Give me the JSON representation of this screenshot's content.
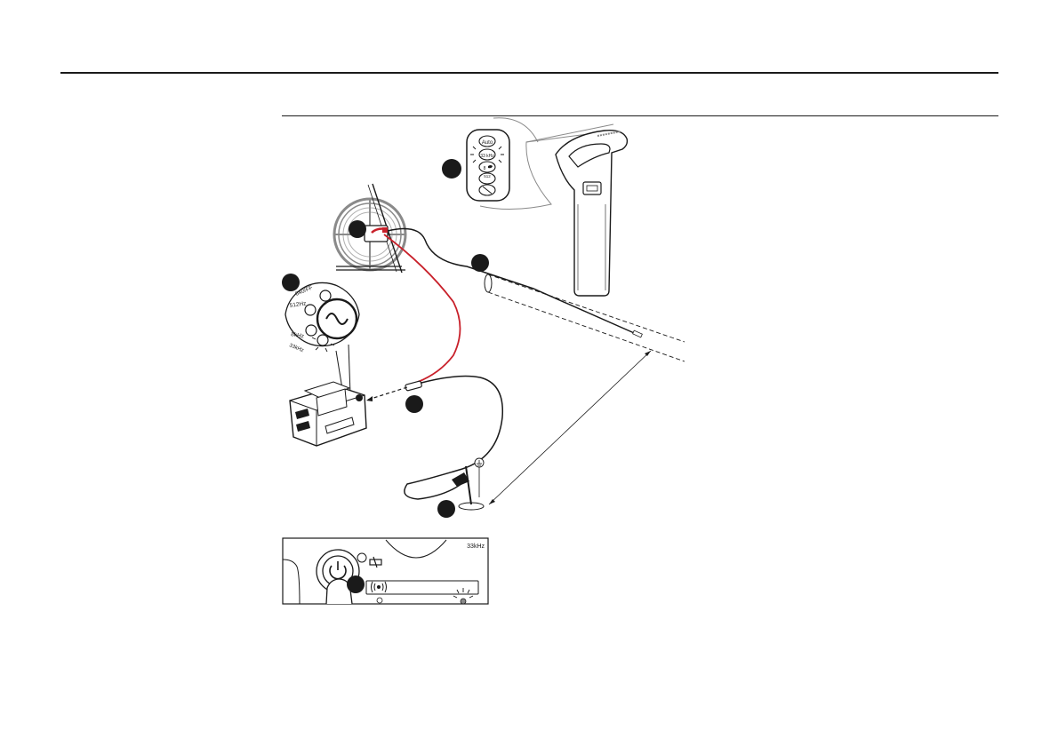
{
  "receiver_keypad": {
    "auto": "Auto",
    "freq_33khz": "33 kHz",
    "freq_8khz": "8",
    "freq_512hz": "512"
  },
  "transmitter_dial": {
    "freq_640": "640/FF",
    "freq_512": "512Hz",
    "freq_8k": "8kHz",
    "freq_33k": "33kHz"
  },
  "control_panel": {
    "freq_label": "33kHz"
  },
  "colors": {
    "line": "#1a1a1a",
    "red_lead": "#c8202a",
    "callout": "#1a1a1a",
    "reel_gray": "#8a8a8a"
  }
}
